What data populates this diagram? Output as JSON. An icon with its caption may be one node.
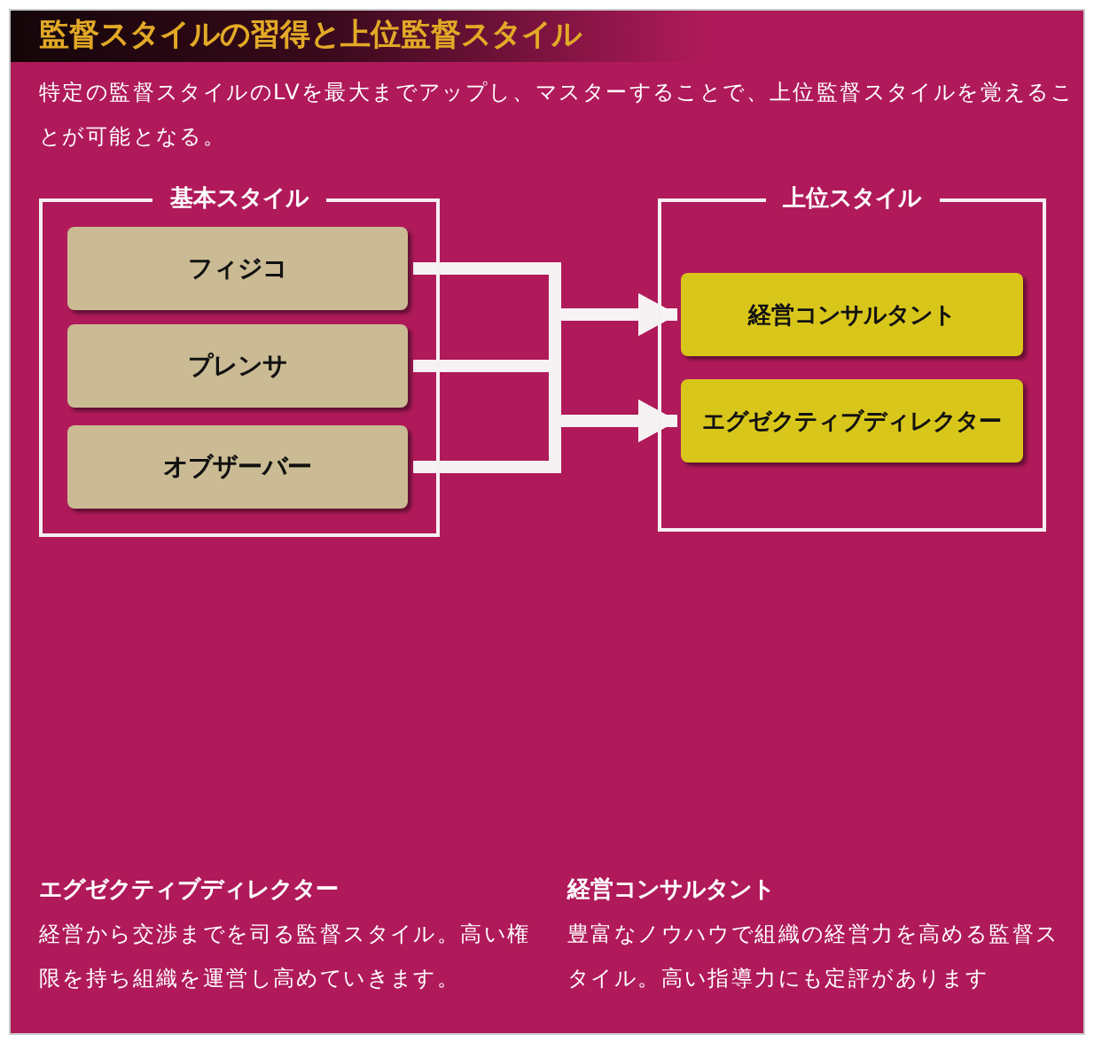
{
  "diagram": {
    "title": "監督スタイルの習得と上位監督スタイル",
    "nodes": [
      {
        "text": [
          "基本スタイル"
        ]
      },
      {
        "text": [
          "フィジコ"
        ],
        "in": 0
      },
      {
        "text": [
          "プレンサ"
        ],
        "in": 0
      },
      {
        "text": [
          "オブザーバー"
        ],
        "in": 0
      },
      {
        "text": [
          "上位スタイル"
        ]
      },
      {
        "text": [
          "経営コンサルタント"
        ],
        "in": 4
      },
      {
        "text": [
          "エグゼクティブディレクター"
        ],
        "in": 4
      }
    ],
    "edges": [
      {
        "from": 1,
        "to": 5,
        "arrow": "to"
      },
      {
        "from": 2,
        "to": 5,
        "arrow": "to"
      },
      {
        "from": 3,
        "to": 5,
        "arrow": "to"
      },
      {
        "from": 1,
        "to": 6,
        "arrow": "to"
      },
      {
        "from": 2,
        "to": 6,
        "arrow": "to"
      },
      {
        "from": 3,
        "to": 6,
        "arrow": "to"
      }
    ],
    "labels": [
      "特定の監督スタイルのLVを最大までアップし、マスターすることで、上位監督スタイルを覚えることが可能となる。",
      "エグゼクティブディレクター",
      "経営から交渉までを司る監督スタイル。高い権限を持ち組織を運営し高めていきます。",
      "経営コンサルタント",
      "豊富なノウハウで組織の経営力を高める監督スタイル。高い指導力にも定評があります"
    ]
  }
}
